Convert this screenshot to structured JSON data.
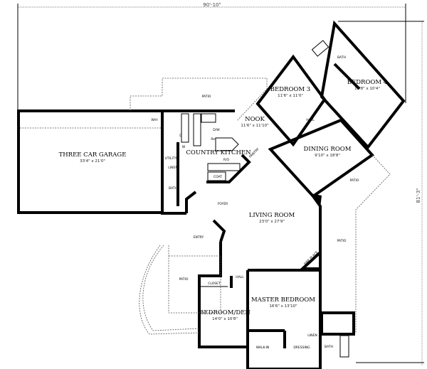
{
  "dimensions": {
    "width": "90'-10\"",
    "depth": "81'-3\""
  },
  "rooms": {
    "garage": {
      "label": "THREE CAR GARAGE",
      "size": "33'4\" x 21'0\""
    },
    "bedroom3": {
      "label": "BEDROOM 3",
      "size": "11'6\" x 11'0\""
    },
    "bedroom4": {
      "label": "BEDROOM 4",
      "size": "11'8\" x 10'4\""
    },
    "nook": {
      "label": "NOOK",
      "size": "11'6\" x 11'10\""
    },
    "kitchen": {
      "label": "COUNTRY KITCHEN"
    },
    "dining": {
      "label": "DINING ROOM",
      "size": "9'10\" x 18'8\""
    },
    "living": {
      "label": "LIVING ROOM",
      "size": "23'0\" x 27'9\""
    },
    "master": {
      "label": "MASTER BEDROOM",
      "size": "16'6\" x 13'10\""
    },
    "den": {
      "label": "BEDROOM/DEN",
      "size": "14'0\" x 10'8\""
    }
  },
  "labels": {
    "patio": "PATIO",
    "bath": "BATH",
    "hall": "HALL",
    "closet": "CLOSET",
    "linen": "LINEN",
    "utility": "UTILITY",
    "foyer": "FOYER",
    "entry": "ENTRY",
    "coat": "COAT",
    "pantry": "PANTRY",
    "dw": "D/W",
    "ref": "Ref",
    "ro": "R/O",
    "washer": "W",
    "dryer": "D",
    "wh": "W/H",
    "fireplace": "FIRE PLACE",
    "walkin": "WALK-IN",
    "dressing": "DRESSING"
  }
}
